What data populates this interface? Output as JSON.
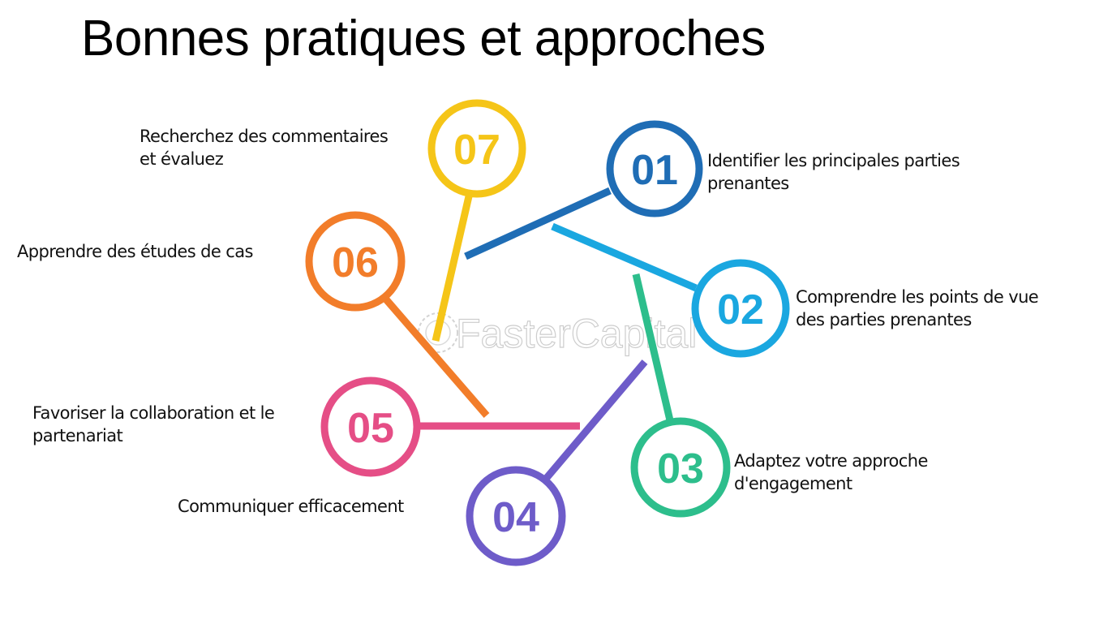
{
  "title": "Bonnes pratiques et approches",
  "watermark": "FasterCapital",
  "steps": [
    {
      "number": "01",
      "color": "#1F6DB5",
      "line1": "Identifier les principales parties",
      "line2": "prenantes"
    },
    {
      "number": "02",
      "color": "#1AA7E0",
      "line1": "Comprendre les points de vue",
      "line2": "des parties prenantes"
    },
    {
      "number": "03",
      "color": "#2DBE8C",
      "line1": "Adaptez votre approche",
      "line2": "d'engagement"
    },
    {
      "number": "04",
      "color": "#6E5CC9",
      "line1": "Communiquer efficacement",
      "line2": ""
    },
    {
      "number": "05",
      "color": "#E54E86",
      "line1": "Favoriser la collaboration et le",
      "line2": "partenariat"
    },
    {
      "number": "06",
      "color": "#F27D2A",
      "line1": "Apprendre des études de cas",
      "line2": ""
    },
    {
      "number": "07",
      "color": "#F5C518",
      "line1": "Recherchez des commentaires",
      "line2": "et évaluez"
    }
  ]
}
